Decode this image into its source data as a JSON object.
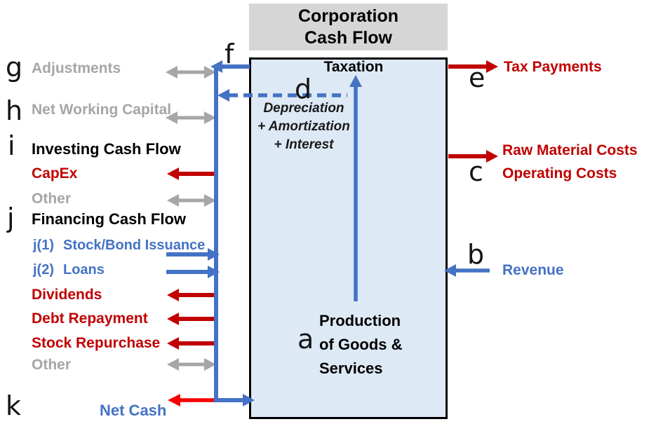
{
  "header": {
    "line1": "Corporation",
    "line2": "Cash Flow"
  },
  "letter_labels": {
    "a": "a",
    "b": "b",
    "c": "c",
    "d": "d",
    "e": "e",
    "f": "f",
    "g": "g",
    "h": "h",
    "i": "i",
    "j": "j",
    "k": "k"
  },
  "left_panel": {
    "adjustments": "Adjustments",
    "net_working_capital": "Net Working Capital",
    "investing_heading": "Investing Cash Flow",
    "capex": "CapEx",
    "investing_other": "Other",
    "financing_heading": "Financing Cash Flow",
    "j1_prefix": "j(1)",
    "j1_label": "Stock/Bond Issuance",
    "j2_prefix": "j(2)",
    "j2_label": "Loans",
    "dividends": "Dividends",
    "debt_repayment": "Debt Repayment",
    "stock_repurchase": "Stock Repurchase",
    "financing_other": "Other",
    "net_cash": "Net Cash"
  },
  "right_panel": {
    "tax_payments": "Tax Payments",
    "raw_material_costs": "Raw Material Costs",
    "operating_costs": "Operating Costs",
    "revenue": "Revenue"
  },
  "corporation_box": {
    "taxation": "Taxation",
    "depreciation_line1": "Depreciation",
    "depreciation_line2": "+ Amortization",
    "depreciation_line3": "+ Interest",
    "production_line1": "Production",
    "production_line2": "of Goods &",
    "production_line3": "Services"
  },
  "colors": {
    "blue": "#4472C4",
    "dark_red": "#C00000",
    "bright_red": "#F80000",
    "gray": "#A6A6A6",
    "box_fill": "#DEE9F6",
    "header_bg": "#D6D6D6"
  }
}
